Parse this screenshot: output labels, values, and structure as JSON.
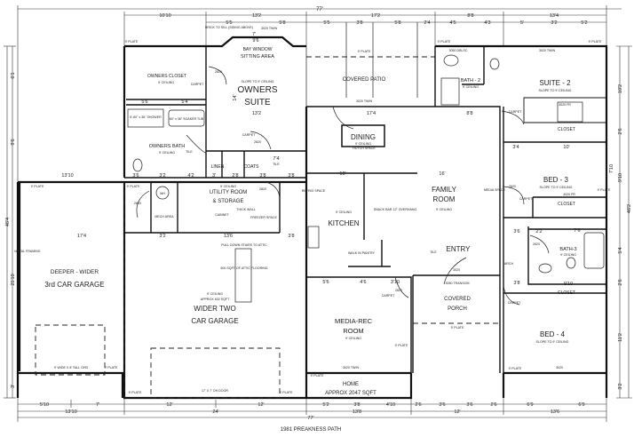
{
  "plan": {
    "address": "1981 PREAKNESS PATH",
    "home_area": "HOME",
    "home_sqft": "APPROX 2047 SQFT"
  },
  "rooms": {
    "bay_window": "BAY WINDOW",
    "sitting_area": "SITTING AREA",
    "owners_suite_1": "OWNERS",
    "owners_suite_2": "SUITE",
    "owners_closet": "OWNERS CLOSET",
    "owners_bath": "OWNERS BATH",
    "covered_patio": "COVERED PATIO",
    "dining": "DINING",
    "bath2": "BATH - 2",
    "suite2": "SUITE - 2",
    "closet": "CLOSET",
    "utility_1": "UTILITY ROOM",
    "utility_2": "& STORAGE",
    "linen": "LINEN",
    "coats": "COATS",
    "kitchen": "KITCHEN",
    "walk_in_pantry": "WALK IN PANTRY",
    "family_1": "FAMILY",
    "family_2": "ROOM",
    "entry": "ENTRY",
    "bed3": "BED - 3",
    "bath3": "BATH-3",
    "bed4": "BED - 4",
    "covered_porch_1": "COVERED",
    "covered_porch_2": "PORCH",
    "media_1": "MEDIA-REC",
    "media_2": "ROOM",
    "garage3_1": "DEEPER - WIDER",
    "garage3_2": "3rd CAR GARAGE",
    "garage2_1": "WIDER TWO",
    "garage2_2": "CAR GARAGE",
    "mech_area": "MECH AREA"
  },
  "notes": {
    "ceiling9": "9' CEILING",
    "slope": "SLOPE TO 9' CEILING",
    "plate9": "9' PLATE",
    "carpet": "CARPET",
    "tile": "TILE",
    "shower": "5'-60\" x 36\" SHOWER",
    "soaker": "60\" x 36\" SOAKER TUB",
    "door_3020": "3020",
    "door_2820": "2820",
    "door_2620": "2620",
    "twin_3020": "3020 TWIN",
    "fr_3020": "3020 FR",
    "dbl_3050": "3050 DBLSC",
    "refrig": "REFRIG SPACE",
    "snack_bar": "SNACK BAR 12\" OVERHANG",
    "wh": "WH",
    "cabinet": "CABINET",
    "freezer": "FREEZER SPACE",
    "thick_wall": "THICK WALL",
    "attic1": "PULL DOWN STAIRS TO ATTIC",
    "attic2": "500 SQFT OF ATTIC FLOORING",
    "garage_sqft": "APPROX 632 SQFT",
    "ohd9": "9' WIDE X 8' TALL OHD",
    "ohd17": "17' X 7' OH DOOR",
    "transom": "3050 TRANSOM",
    "arch": "ARCH",
    "media_space": "MEDIA SPACE",
    "hutch": "HUTCH SPACE",
    "wet_bar": "METAL FRAMING",
    "brick_ret": "BRICK TO SILL (SIDING ABOVE)"
  },
  "dims": {
    "overall_width": "77'",
    "top2": [
      "10'10",
      "13'2",
      "17'2",
      "8'8",
      "13'4"
    ],
    "top3": [
      "5'5",
      "5'8",
      "5'5",
      "3'8",
      "5'8",
      "2'4",
      "4'5",
      "4'3",
      "5'",
      "3'2",
      "5'2"
    ],
    "bay": "9'6",
    "bay_top": "7'",
    "inner": [
      "5'6",
      "5'4",
      "13'2",
      "17'4",
      "8'8",
      "13'10",
      "17'4",
      "3'2",
      "13'6",
      "3'8",
      "10'",
      "16'",
      "3'4",
      "10'",
      "7'4",
      "7'6",
      "9'10",
      "3'6",
      "3'8",
      "3'10",
      "5'6",
      "4'6",
      "2'2",
      "3'6",
      "3'2",
      "4'2",
      "3'",
      "2'8",
      "3'8",
      "3'8"
    ],
    "bottom1": [
      "5'10",
      "7'",
      "12'",
      "12'",
      "5'2",
      "3'8",
      "4'10",
      "2'6",
      "3'6",
      "3'6",
      "2'6",
      "6'9",
      "6'9"
    ],
    "bottom2": [
      "13'10",
      "24'",
      "13'8",
      "12'",
      "13'6"
    ],
    "left": [
      "46'4",
      "6'1",
      "9'6",
      "25'10",
      "3'",
      "14'"
    ],
    "right": [
      "46'2",
      "10'2",
      "2'6",
      "7'10",
      "9'10",
      "5'4",
      "2'6",
      "11'2",
      "3'2"
    ]
  }
}
